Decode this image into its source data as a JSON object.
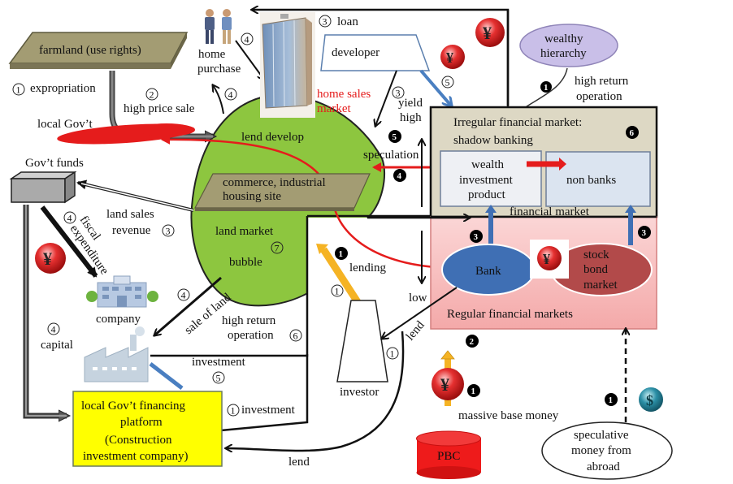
{
  "colors": {
    "land_bubble": "#8dc63f",
    "plate": "#a39c73",
    "red_arrow": "#e51c1c",
    "yellow_box": "#ffff00",
    "irregular_bg": "#ddd8c4",
    "regular_bg": "#f7b9b9",
    "bank": "#3f6fb4",
    "stock_bond": "#b24a4a",
    "wealthy": "#c9bfe8",
    "pbc": "#ee1b1b",
    "orange_arrow": "#f5b324",
    "blue_arrow": "#4a7fc1"
  },
  "nodes": {
    "farmland": "farmland (use rights)",
    "expropriation": "expropriation",
    "high_price_sale": "high price sale",
    "local_govt": "local Gov’t",
    "home_purchase_1": "home",
    "home_purchase_2": "purchase",
    "loan": "loan",
    "developer": "developer",
    "home_sales_market_1": "home sales",
    "home_sales_market_2": "market",
    "lend_develop": "lend develop",
    "wealthy_1": "wealthy",
    "wealthy_2": "hierarchy",
    "high_return_op_1": "high return",
    "high_return_op_2": "operation",
    "yield": "yield",
    "high": "high",
    "speculation": "speculation",
    "irregular_1": "Irregular financial market:",
    "irregular_2": "shadow banking",
    "wealth_product_1": "wealth",
    "wealth_product_2": "investment",
    "wealth_product_3": "product",
    "non_banks": "non banks",
    "financial_market": "financial market",
    "govt_funds": "Gov’t funds",
    "commerce_1": "commerce, industrial",
    "commerce_2": "housing site",
    "land_sales_1": "land sales",
    "land_sales_2": "revenue",
    "fiscal_1": "fiscal",
    "fiscal_2": "expenditure",
    "land_market": "land market",
    "bubble": "bubble",
    "lending": "lending",
    "low": "low",
    "bank": "Bank",
    "stock_1": "stock",
    "stock_2": "bond",
    "stock_3": "market",
    "regular": "Regular financial markets",
    "company": "company",
    "sale_of_land": "sale of land",
    "high_return_6_1": "high return",
    "high_return_6_2": "operation",
    "capital": "capital",
    "investment_5": "investment",
    "lend_diag": "lend",
    "investor": "investor",
    "lgfp_1": "local Gov’t financing",
    "lgfp_2": "platform",
    "lgfp_3": "(Construction",
    "lgfp_4": "investment company)",
    "investment_1": "investment",
    "lend_bottom": "lend",
    "massive_base_money": "massive base money",
    "pbc": "PBC",
    "spec_1": "speculative",
    "spec_2": "money from",
    "spec_3": "abroad"
  },
  "step_markers": {
    "c1": "1",
    "c2": "2",
    "c3": "3",
    "c4": "4",
    "c5": "5",
    "c6": "6",
    "c7": "7",
    "b1": "1",
    "b2": "2",
    "b3": "3",
    "b4": "4",
    "b5": "5",
    "b6": "6"
  },
  "icons": {
    "yen": "¥",
    "dollar": "$"
  }
}
